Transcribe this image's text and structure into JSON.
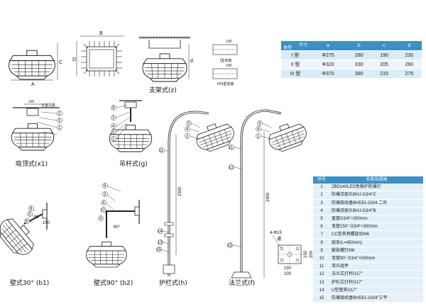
{
  "captions": {
    "bracket": "支架式(z)",
    "ceiling": "吸顶式(x1)",
    "pendant": "吊杆式(g)",
    "wall30": "壁式30°  (b1)",
    "wall90": "壁式90°  (b2)",
    "guardrail": "护栏式(h)",
    "flange": "法兰式(f)"
  },
  "labels": {
    "A": "A",
    "B": "B",
    "C": "C",
    "D": "D",
    "d": "d",
    "a": "a",
    "b": "b",
    "c": "c",
    "type1": "I型安装",
    "type2": "II/III型安装",
    "dim_102": "102",
    "install_hole": "安装孔距",
    "dim_150": "150",
    "angle_30": "30°",
    "angle_90": "90°",
    "dim_2300": "2300",
    "dim_2400": "2400",
    "holes": "4-Φ15",
    "through": "通",
    "dim_200": "200",
    "dim_150b": "150",
    "dim_130": "130",
    "dim_100": "100"
  },
  "callouts": [
    "1",
    "2",
    "3",
    "4",
    "5",
    "6",
    "7",
    "8",
    "9",
    "10",
    "11",
    "12",
    "13",
    "14",
    "15"
  ],
  "dim_table": {
    "corner_top": "尺寸",
    "corner_bottom": "类型",
    "headers": [
      "a",
      "b",
      "c",
      "d"
    ],
    "rows": [
      {
        "type": "I 型",
        "cells": [
          "Φ275",
          "280",
          "190",
          "230"
        ]
      },
      {
        "type": "II 型",
        "cells": [
          "Φ320",
          "330",
          "205",
          "260"
        ]
      },
      {
        "type": "III 型",
        "cells": [
          "Φ370",
          "380",
          "215",
          "275"
        ]
      }
    ]
  },
  "parts_table": {
    "headers": [
      "序号",
      "名称及规格"
    ],
    "rows": [
      {
        "no": "1",
        "name": "ZBD140LED免维护防爆灯"
      },
      {
        "no": "2",
        "name": "防爆活接头BHJ-G3/4\"C"
      },
      {
        "no": "3",
        "name": "防爆接线盒BHD51-G3/4 二吊"
      },
      {
        "no": "4",
        "name": "防爆活接头BHJ-G3/4\"B"
      },
      {
        "no": "5",
        "name": "直管G3/4\"×300mm"
      },
      {
        "no": "6",
        "name": "弯管150° G3/4\"×300mm"
      },
      {
        "no": "7",
        "name": "CC型夹具螺旋扣M6"
      },
      {
        "no": "8",
        "name": "链条(L=450mm)"
      },
      {
        "no": "9",
        "name": "膨胀螺钉M6"
      },
      {
        "no": "10",
        "name": "弯管90° G3/4\"×500mm"
      },
      {
        "no": "11",
        "name": "弯头组件"
      },
      {
        "no": "12",
        "name": "法兰式灯杆G17\""
      },
      {
        "no": "13",
        "name": "护栏式灯杆G17\""
      },
      {
        "no": "14",
        "name": "U型管夹G17\""
      },
      {
        "no": "15",
        "name": "防爆接线盒BHD51-G3/4\"三平"
      }
    ]
  }
}
